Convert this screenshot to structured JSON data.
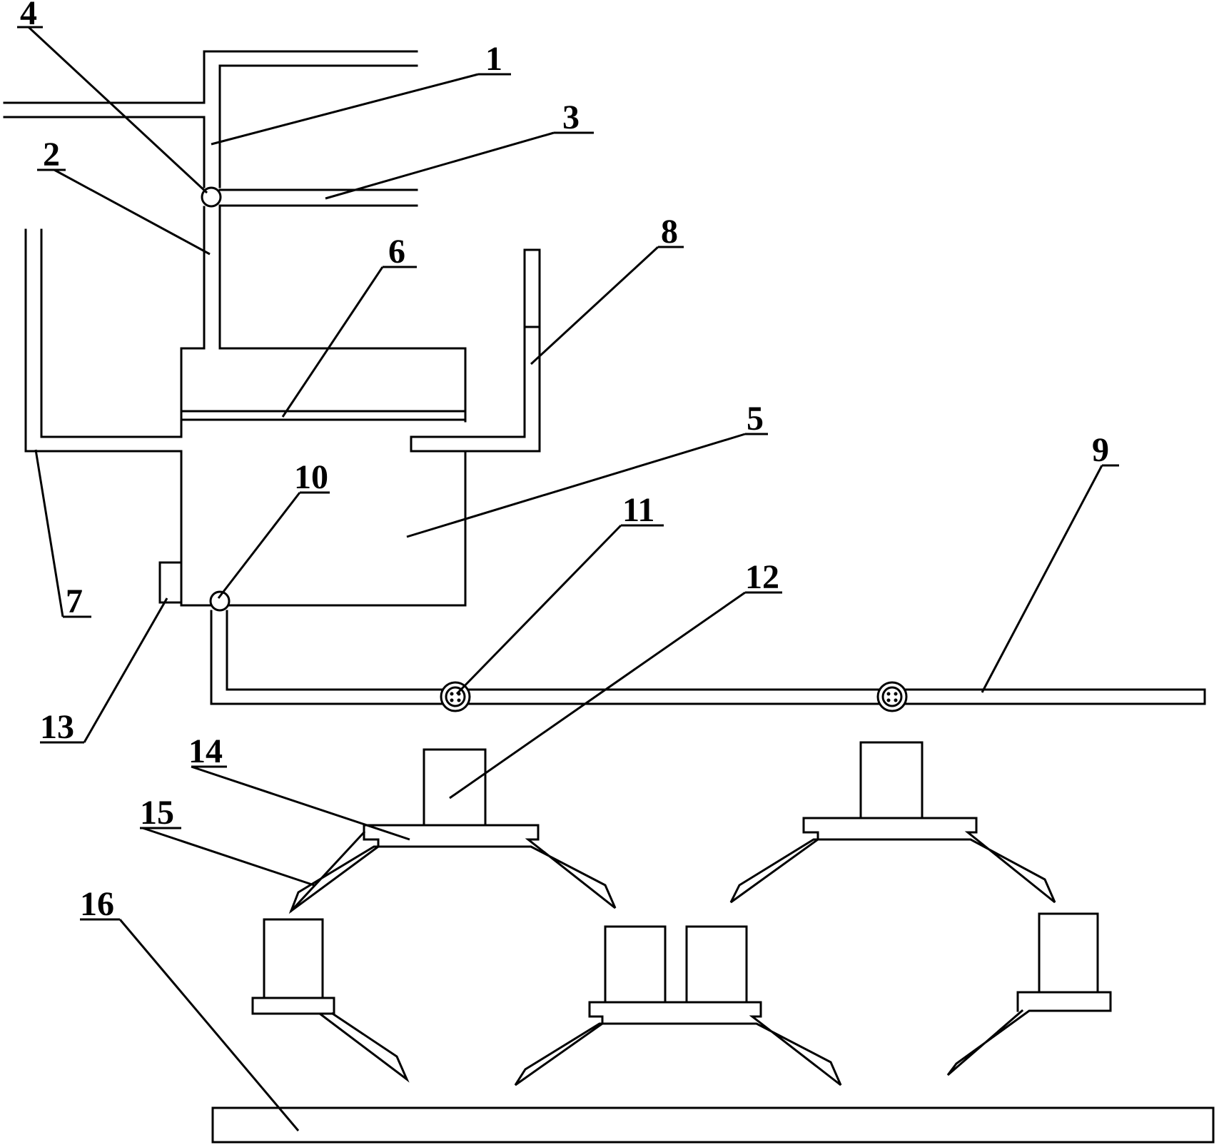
{
  "colors": {
    "line": "#000000",
    "background": "#ffffff"
  },
  "labels": {
    "l1": "1",
    "l2": "2",
    "l3": "3",
    "l4": "4",
    "l5": "5",
    "l6": "6",
    "l7": "7",
    "l8": "8",
    "l9": "9",
    "l10": "10",
    "l11": "11",
    "l12": "12",
    "l13": "13",
    "l14": "14",
    "l15": "15",
    "l16": "16"
  }
}
